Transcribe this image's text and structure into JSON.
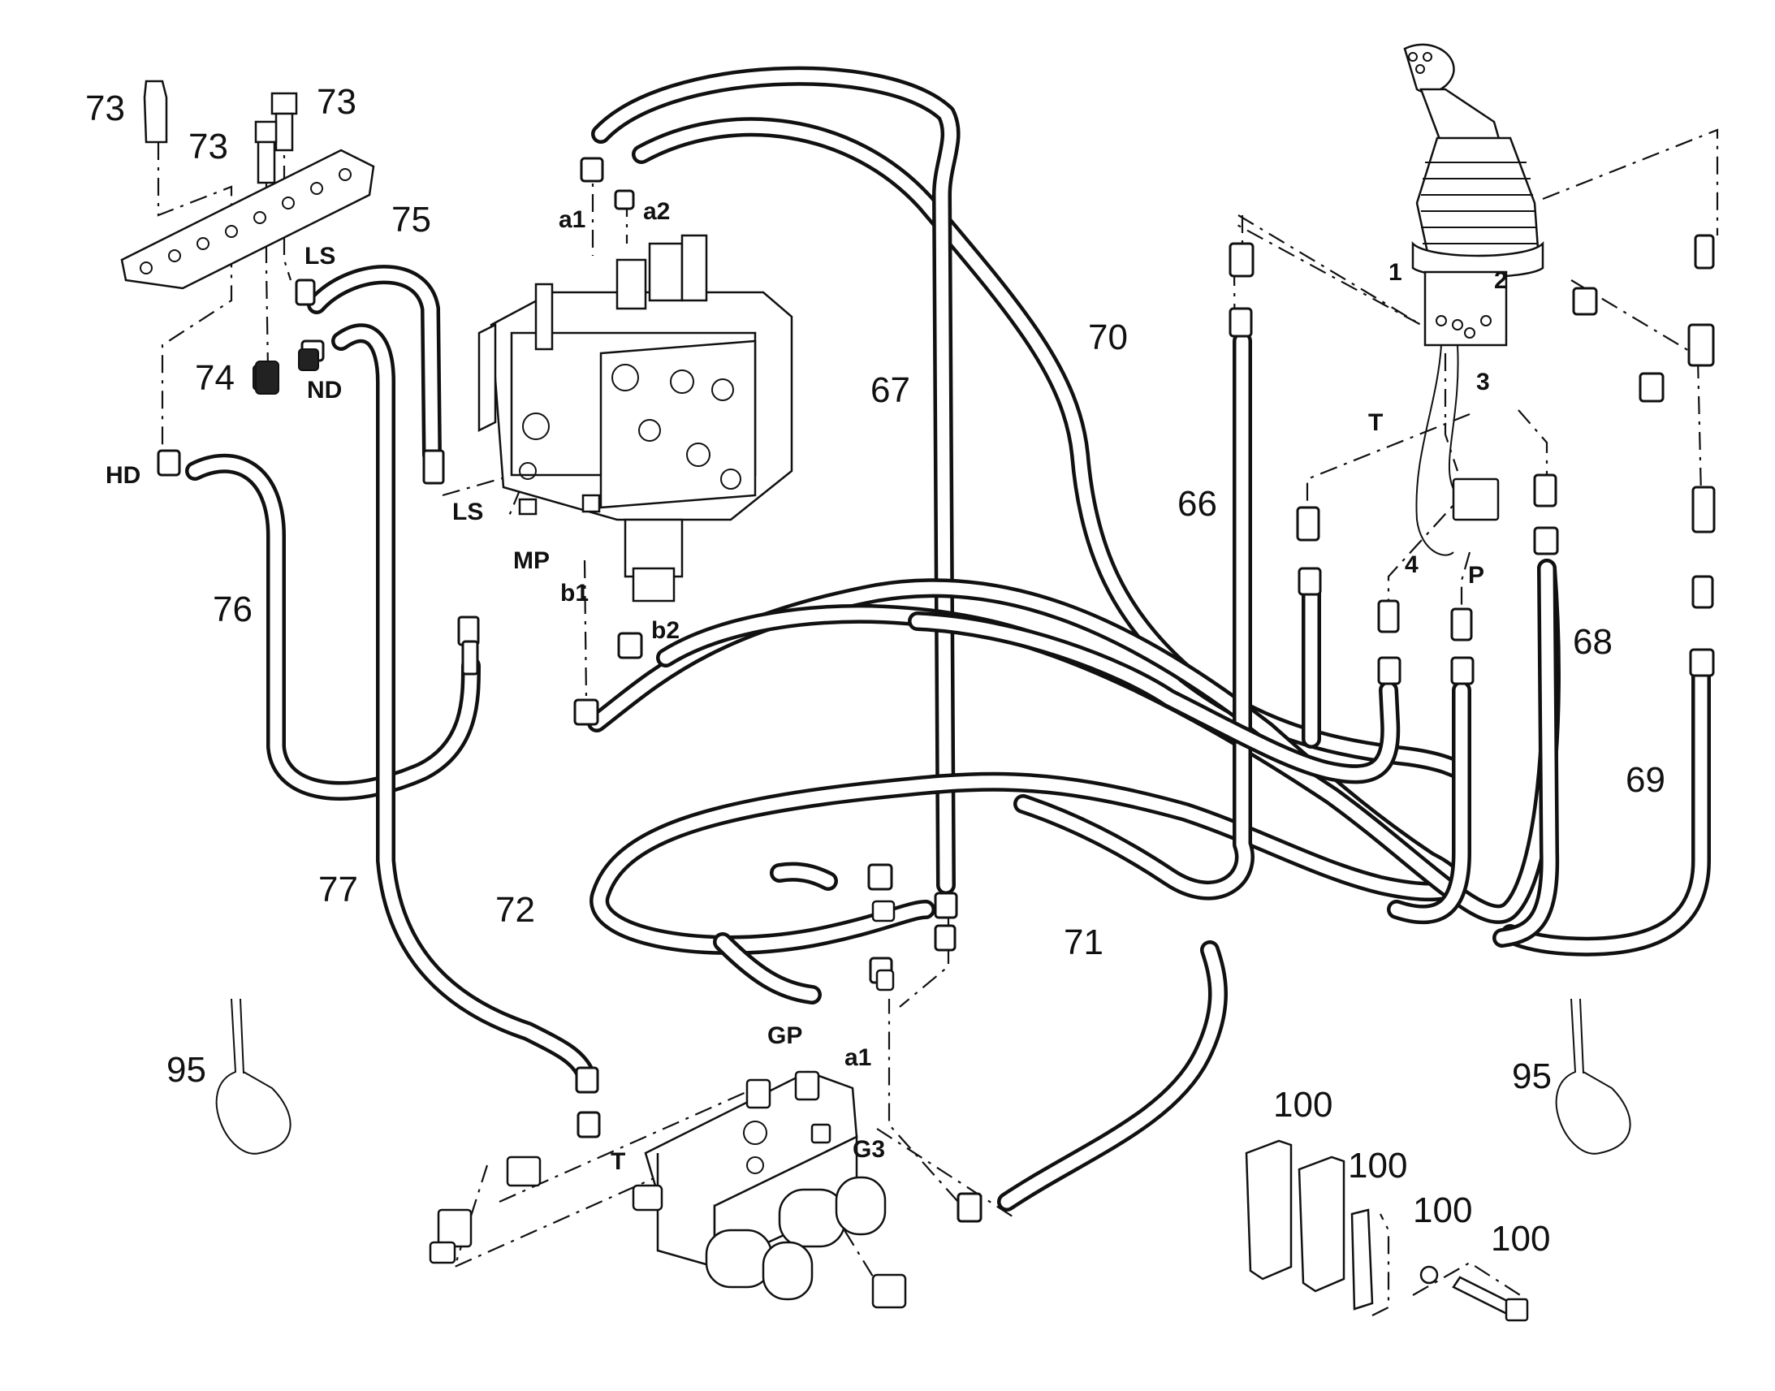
{
  "diagram": {
    "part_numbers": {
      "p73a": "73",
      "p73b": "73",
      "p73c": "73",
      "p74": "74",
      "p75": "75",
      "p76": "76",
      "p77": "77",
      "p66": "66",
      "p67": "67",
      "p68": "68",
      "p69": "69",
      "p70": "70",
      "p71": "71",
      "p72": "72",
      "p95a": "95",
      "p95b": "95",
      "p100a": "100",
      "p100b": "100",
      "p100c": "100",
      "p100d": "100"
    },
    "port_labels": {
      "ls_top": "LS",
      "ls_mid": "LS",
      "nd": "ND",
      "hd": "HD",
      "a1_top": "a1",
      "a2": "a2",
      "b1": "b1",
      "b2": "b2",
      "mp": "MP",
      "gp": "GP",
      "a1_bottom": "a1",
      "g3": "G3",
      "t_bottom": "T",
      "j1": "1",
      "j2": "2",
      "j3": "3",
      "j4": "4",
      "jt": "T",
      "jp": "P"
    }
  }
}
